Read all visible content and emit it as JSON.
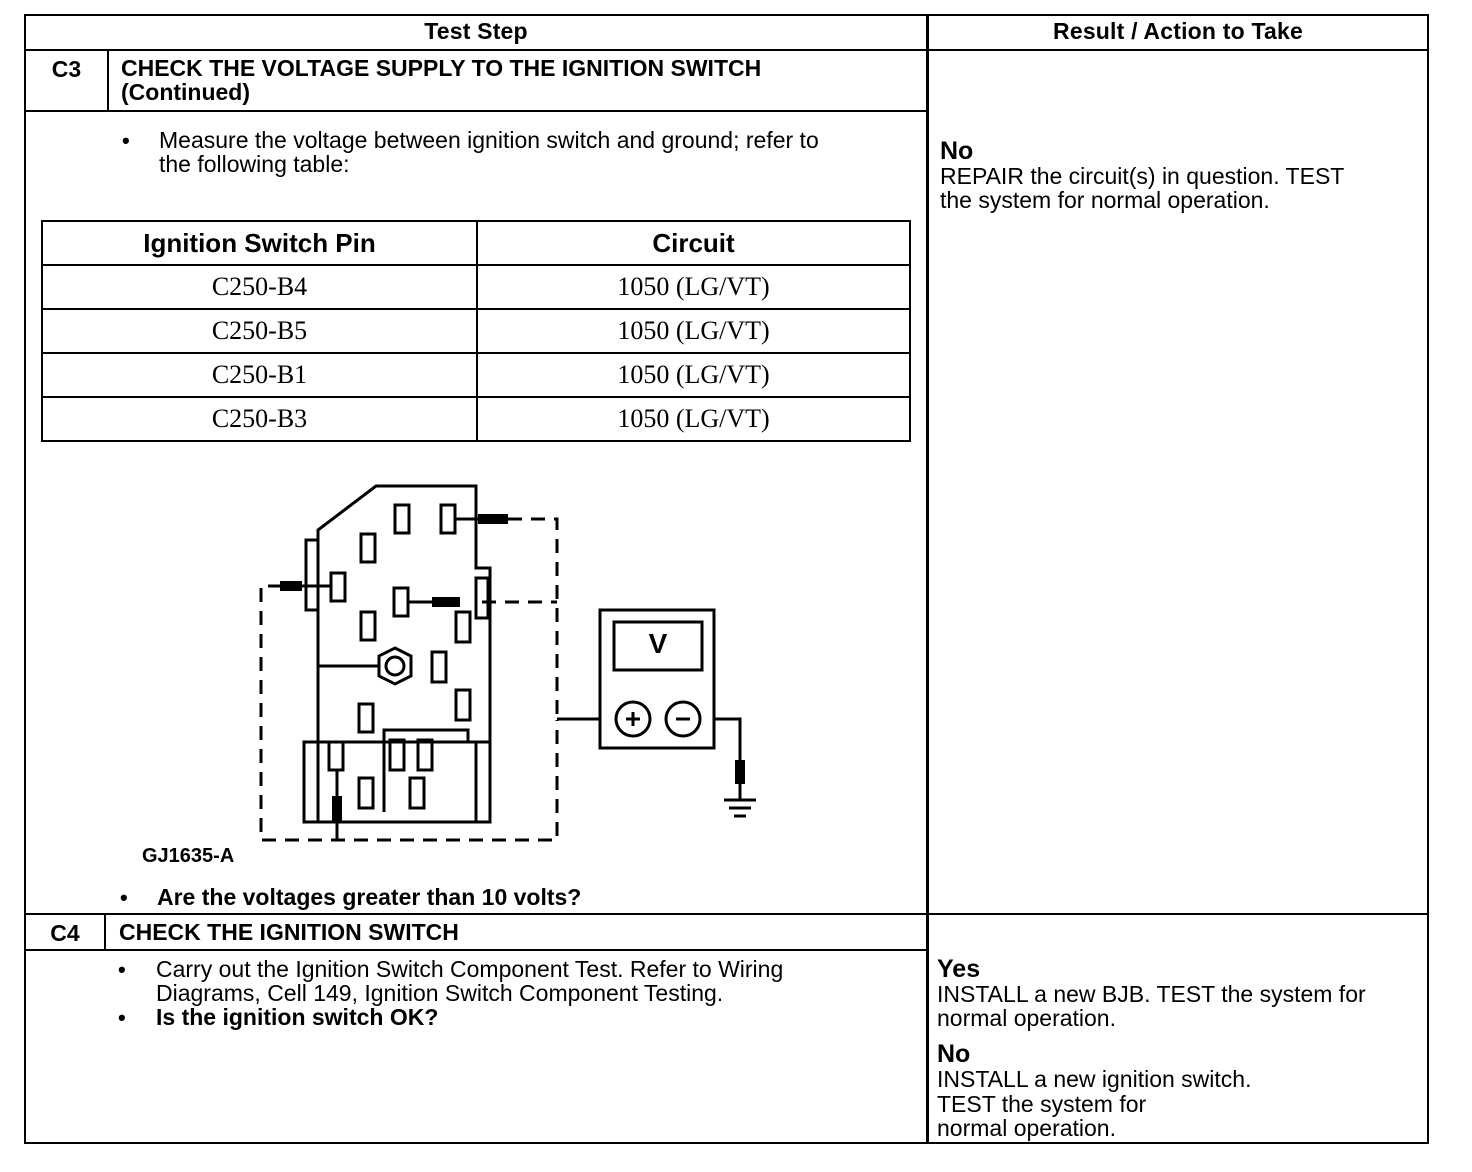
{
  "table": {
    "header_test_step": "Test Step",
    "header_result": "Result / Action to Take"
  },
  "c3": {
    "id": "C3",
    "title_line1": "CHECK THE VOLTAGE SUPPLY TO THE IGNITION SWITCH",
    "title_line2": "(Continued)",
    "instruction_line1": "Measure the voltage between ignition switch and ground; refer to",
    "instruction_line2": "the following table:",
    "pin_table": {
      "col1": "Ignition Switch Pin",
      "col2": "Circuit",
      "rows": [
        {
          "pin": "C250-B4",
          "circuit": "1050 (LG/VT)"
        },
        {
          "pin": "C250-B5",
          "circuit": "1050 (LG/VT)"
        },
        {
          "pin": "C250-B1",
          "circuit": "1050 (LG/VT)"
        },
        {
          "pin": "C250-B3",
          "circuit": "1050 (LG/VT)"
        }
      ]
    },
    "figure_id": "GJ1635-A",
    "meter_label": "V",
    "question": "Are the voltages greater than 10 volts?",
    "result_no_title": "No",
    "result_no_line1": "REPAIR the circuit(s) in question. TEST",
    "result_no_line2": "the system for normal operation."
  },
  "c4": {
    "id": "C4",
    "title": "CHECK THE IGNITION SWITCH",
    "instruction_line1": "Carry out the Ignition Switch Component Test. Refer to Wiring",
    "instruction_line2": "Diagrams, Cell 149, Ignition Switch Component Testing.",
    "question": "Is the ignition switch OK?",
    "result_yes_title": "Yes",
    "result_yes_line1": "INSTALL a new BJB. TEST the system for",
    "result_yes_line2": "normal operation.",
    "result_no_title": "No",
    "result_no_line1": "INSTALL a new ignition switch.",
    "result_no_line2": "TEST the system for",
    "result_no_line3": "normal operation."
  }
}
